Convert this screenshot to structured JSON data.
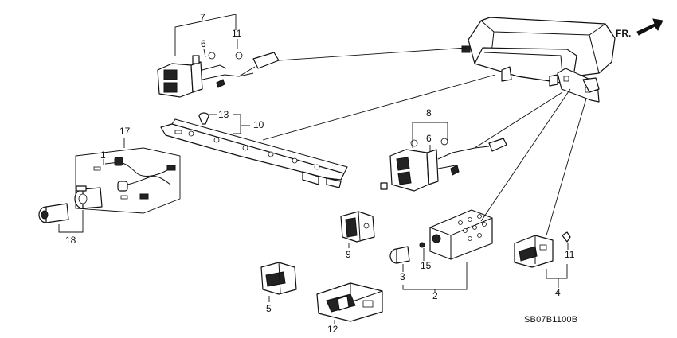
{
  "direction_label": "FR.",
  "drawing_code": "SB07B1100B",
  "callouts": {
    "c1": "1",
    "c2": "2",
    "c3": "3",
    "c4": "4",
    "c5": "5",
    "c6a": "6",
    "c6b": "6",
    "c7": "7",
    "c8": "8",
    "c9": "9",
    "c10": "10",
    "c11a": "11",
    "c11b": "11",
    "c12": "12",
    "c13": "13",
    "c15": "15",
    "c17": "17",
    "c18": "18"
  },
  "icons": {
    "direction": "arrow-right-icon"
  }
}
